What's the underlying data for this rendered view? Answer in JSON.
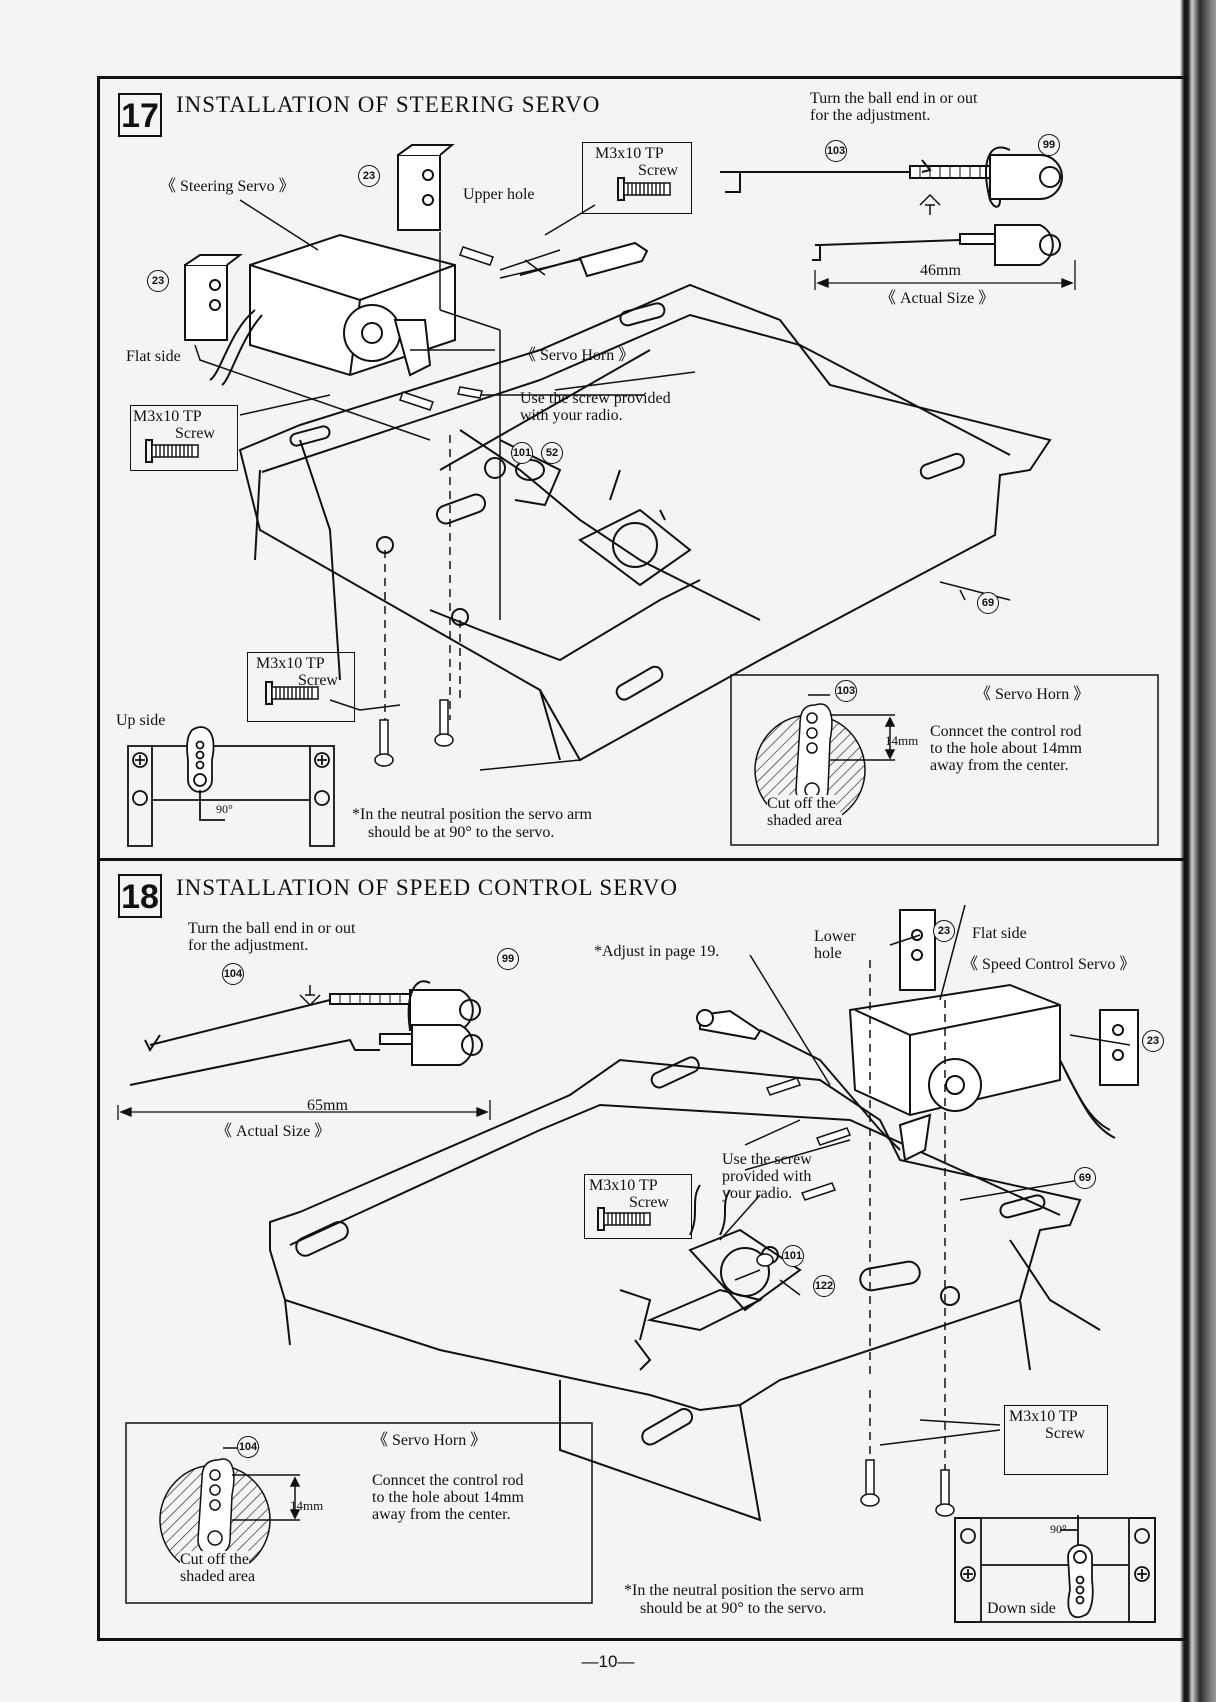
{
  "page_number": "—10—",
  "section17": {
    "number": "17",
    "title": "INSTALLATION OF STEERING SERVO",
    "steering_servo_label": "《 Steering Servo 》",
    "upper_hole": "Upper hole",
    "flat_side": "Flat side",
    "servo_horn": "《 Servo Horn 》",
    "use_screw_line1": "Use the screw provided",
    "use_screw_line2": "with your radio.",
    "screw_top": {
      "line1": "M3x10 TP",
      "line2": "Screw"
    },
    "screw_left": {
      "line1": "M3x10 TP",
      "line2": "Screw"
    },
    "screw_bottom": {
      "line1": "M3x10 TP",
      "line2": "Screw"
    },
    "turn_line1": "Turn the ball end in or out",
    "turn_line2": "for the adjustment.",
    "rod_length": "46mm",
    "actual_size": "《 Actual Size 》",
    "up_side": "Up side",
    "angle": "90°",
    "neutral_line1": "*In the neutral position the servo arm",
    "neutral_line2": "should be at 90° to the servo.",
    "horn_box": {
      "title": "《 Servo Horn 》",
      "line1": "Conncet the control rod",
      "line2": "to the hole about 14mm",
      "line3": "away from the center.",
      "distance": "14mm",
      "cut_line1": "Cut off the",
      "cut_line2": "shaded area"
    },
    "parts": {
      "p23a": "23",
      "p23b": "23",
      "p103a": "103",
      "p103b": "103",
      "p99": "99",
      "p101": "101",
      "p52": "52",
      "p69": "69"
    }
  },
  "section18": {
    "number": "18",
    "title": "INSTALLATION OF SPEED CONTROL SERVO",
    "turn_line1": "Turn the ball end in or out",
    "turn_line2": "for the adjustment.",
    "adjust_note": "*Adjust in page 19.",
    "lower_hole_line1": "Lower",
    "lower_hole_line2": "hole",
    "flat_side": "Flat side",
    "speed_servo_label": "《 Speed Control Servo 》",
    "rod_length": "65mm",
    "actual_size": "《 Actual Size 》",
    "use_screw_line1": "Use the screw",
    "use_screw_line2": "provided with",
    "use_screw_line3": "your radio.",
    "screw_mid": {
      "line1": "M3x10 TP",
      "line2": "Screw"
    },
    "screw_right": {
      "line1": "M3x10 TP",
      "line2": "Screw"
    },
    "down_side": "Down side",
    "angle": "90°",
    "neutral_line1": "*In the neutral position the servo arm",
    "neutral_line2": "should be at 90° to the servo.",
    "horn_box": {
      "title": "《 Servo Horn 》",
      "line1": "Conncet the control rod",
      "line2": "to the hole about 14mm",
      "line3": "away from the center.",
      "distance": "14mm",
      "cut_line1": "Cut off the",
      "cut_line2": "shaded area"
    },
    "parts": {
      "p104a": "104",
      "p104b": "104",
      "p99": "99",
      "p23a": "23",
      "p23b": "23",
      "p69": "69",
      "p101": "101",
      "p122": "122"
    }
  }
}
